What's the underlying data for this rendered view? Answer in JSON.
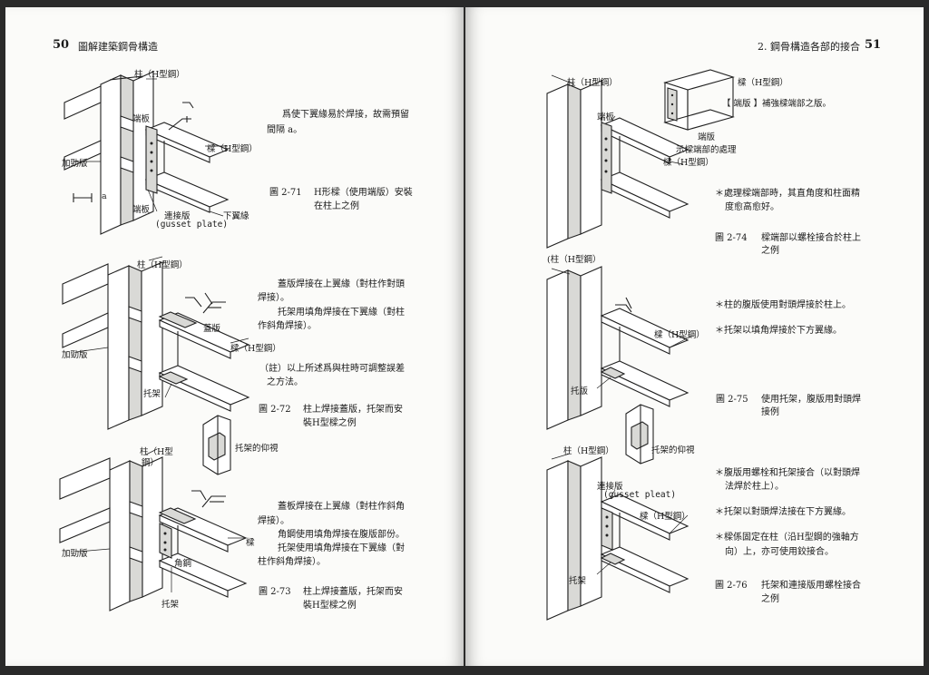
{
  "left_page": {
    "page_number": "50",
    "running_title": "圖解建築鋼骨構造",
    "fig71": {
      "labels": {
        "column": "柱（H型鋼）",
        "end_plate": "端板",
        "beam": "樑（H型鋼）",
        "stiffener": "加勁版",
        "end_plate_lower": "端板",
        "gusset": "連接版",
        "gusset_en": "(gusset plate)",
        "lower_flange": "下翼緣",
        "gap": "a"
      },
      "notes": [
        "爲使下翼緣易於焊接，故需預留",
        "間隔 a。"
      ],
      "caption_num": "圖 2-71",
      "caption": [
        "H形樑（使用端版）安裝",
        "在柱上之例"
      ]
    },
    "fig72": {
      "labels": {
        "column": "柱（H型鋼）",
        "cover_plate": "蓋版",
        "beam": "樑（H型鋼）",
        "stiffener": "加勁版",
        "bracket": "托架",
        "bracket_detail": "托架的仰視"
      },
      "notes": [
        "蓋版焊接在上翼緣（對柱作對頭",
        "焊接）。",
        "托架用填角焊接在下翼緣（對柱",
        "作斜角焊接）。",
        "（註）以上所述爲與柱時可調整誤差",
        "之方法。"
      ],
      "caption_num": "圖 2-72",
      "caption": [
        "柱上焊接蓋版，托架而安",
        "裝H型樑之例"
      ]
    },
    "fig73": {
      "labels": {
        "column": "柱（H型",
        "column2": "鋼）",
        "beam": "樑",
        "stiffener": "加勁版",
        "angle": "角鋼",
        "bracket": "托架"
      },
      "notes": [
        "蓋板焊接在上翼緣（對柱作斜角",
        "焊接）。",
        "角鋼使用填角焊接在腹版部份。",
        "托架使用填角焊接在下翼緣（對",
        "柱作斜角焊接）。"
      ],
      "caption_num": "圖 2-73",
      "caption": [
        "柱上焊接蓋版，托架而安",
        "裝H型樑之例"
      ]
    }
  },
  "right_page": {
    "page_number": "51",
    "running_title": "2. 鋼骨構造各部的接合",
    "fig74": {
      "labels": {
        "column": "柱（H型鋼）",
        "end_plate": "端板",
        "beam_detail": "樑（H型鋼）",
        "end_plate_def": "【 端版 】補強樑端部之版。",
        "end_plate_detail": "端版",
        "detail_caption": "示樑端部的處理",
        "beam": "樑（H型鋼）"
      },
      "notes": [
        "＊處理樑端部時，其直角度和柱面精",
        "度愈高愈好。"
      ],
      "caption_num": "圖 2-74",
      "caption": [
        "樑端部以螺栓接合於柱上",
        "之例"
      ]
    },
    "fig75": {
      "labels": {
        "column": "(柱（H型鋼）",
        "beam": "樑（H型鋼）",
        "bracket": "托版",
        "bracket_detail": "托架的仰視"
      },
      "notes": [
        "＊柱的腹版使用對頭焊接於柱上。",
        "＊托架以填角焊接於下方翼緣。"
      ],
      "caption_num": "圖 2-75",
      "caption": [
        "使用托架，腹版用對頭焊",
        "接例"
      ]
    },
    "fig76": {
      "labels": {
        "column": "柱（H型鋼）",
        "gusset": "連接版",
        "gusset_en": "(gusset pleat)",
        "beam": "樑（H型鋼）",
        "bracket": "托架"
      },
      "notes": [
        "＊腹版用螺栓和托架接合（以對頭焊",
        "法焊於柱上）。",
        "＊托架以對頭焊法接在下方翼緣。",
        "＊樑係固定在柱（沿H型鋼的強軸方",
        "向）上，亦可使用鉸接合。"
      ],
      "caption_num": "圖 2-76",
      "caption": [
        "托架和連接版用螺栓接合",
        "之例"
      ]
    }
  },
  "colors": {
    "paper": "#fbfbf9",
    "ink": "#1a1a1a",
    "background": "#2a2a2a"
  }
}
